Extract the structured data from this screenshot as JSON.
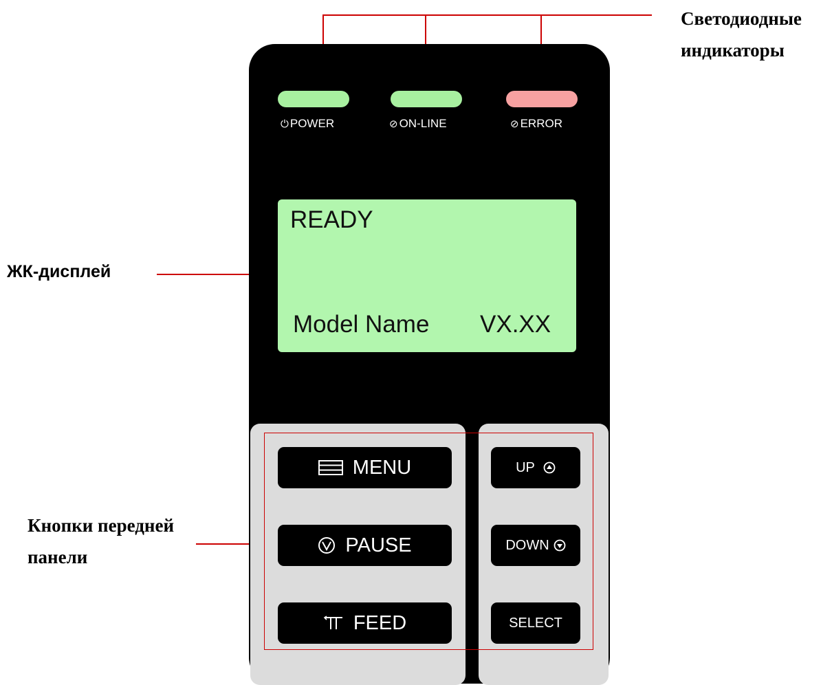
{
  "callouts": {
    "leds_line1": "Светодиодные",
    "leds_line2": "индикаторы",
    "lcd": "ЖК-дисплей",
    "buttons_line1": "Кнопки передней",
    "buttons_line2": "панели"
  },
  "leds": [
    {
      "label": "POWER",
      "color": "#a8f0a0",
      "icon": "power-icon"
    },
    {
      "label": "ON-LINE",
      "color": "#a8f0a0",
      "icon": "online-icon"
    },
    {
      "label": "ERROR",
      "color": "#f7a1a1",
      "icon": "error-icon"
    }
  ],
  "lcd": {
    "line1": "READY",
    "model": "Model Name",
    "version": "VX.XX",
    "color": "#b2f6ae"
  },
  "buttons": {
    "menu": "MENU",
    "pause": "PAUSE",
    "feed": "FEED",
    "up": "UP",
    "down": "DOWN",
    "select": "SELECT"
  }
}
